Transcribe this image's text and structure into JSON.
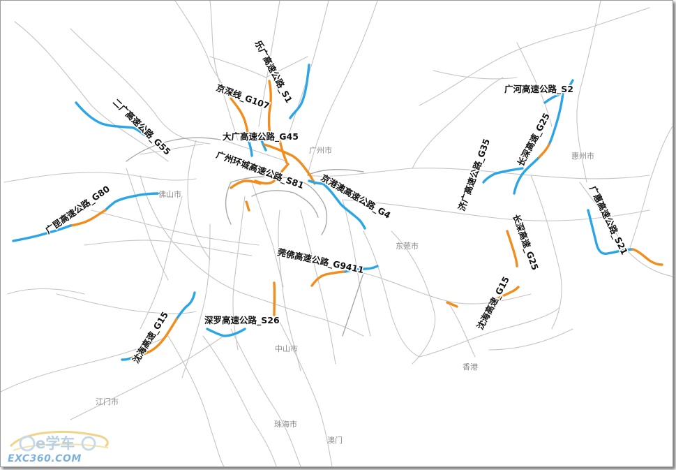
{
  "colors": {
    "congested": "#f28c1d",
    "slow": "#2aa5e6",
    "road": "#c4c4c4",
    "road_main": "#a9a9a9",
    "label": "#111111",
    "city": "#8a8a8a"
  },
  "highways": [
    {
      "key": "s1",
      "label": "乐广高速公路_S1"
    },
    {
      "key": "g107",
      "label": "京深线_G107"
    },
    {
      "key": "g55",
      "label": "二广高速公路_G55"
    },
    {
      "key": "g45",
      "label": "大广高速公路_G45"
    },
    {
      "key": "s81",
      "label": "广州环城高速公路_S81"
    },
    {
      "key": "g4",
      "label": "京港澳高速公路_G4"
    },
    {
      "key": "g80",
      "label": "广昆高速公路_G80"
    },
    {
      "key": "s2",
      "label": "广河高速公路_S2"
    },
    {
      "key": "g35",
      "label": "济广高速公路_G35"
    },
    {
      "key": "g25a",
      "label": "长深高速_G25"
    },
    {
      "key": "g25b",
      "label": "长深高速_G25"
    },
    {
      "key": "s21",
      "label": "广惠高速公路_S21"
    },
    {
      "key": "g9411",
      "label": "莞佛高速公路_G9411"
    },
    {
      "key": "s26",
      "label": "深罗高速公路_S26"
    },
    {
      "key": "g15a",
      "label": "沈海高速_G15"
    },
    {
      "key": "g15b",
      "label": "沈海高速_G15"
    }
  ],
  "cities": {
    "guangzhou": "广州市",
    "foshan": "佛山市",
    "huizhou": "惠州市",
    "dongguan": "东莞市",
    "zhongshan": "中山市",
    "jiangmen": "江门市",
    "zhuhai": "珠海市",
    "aomen": "澳门",
    "hongkong": "香港"
  },
  "watermark": {
    "brand": "e学车",
    "site": "EXC360.COM"
  }
}
